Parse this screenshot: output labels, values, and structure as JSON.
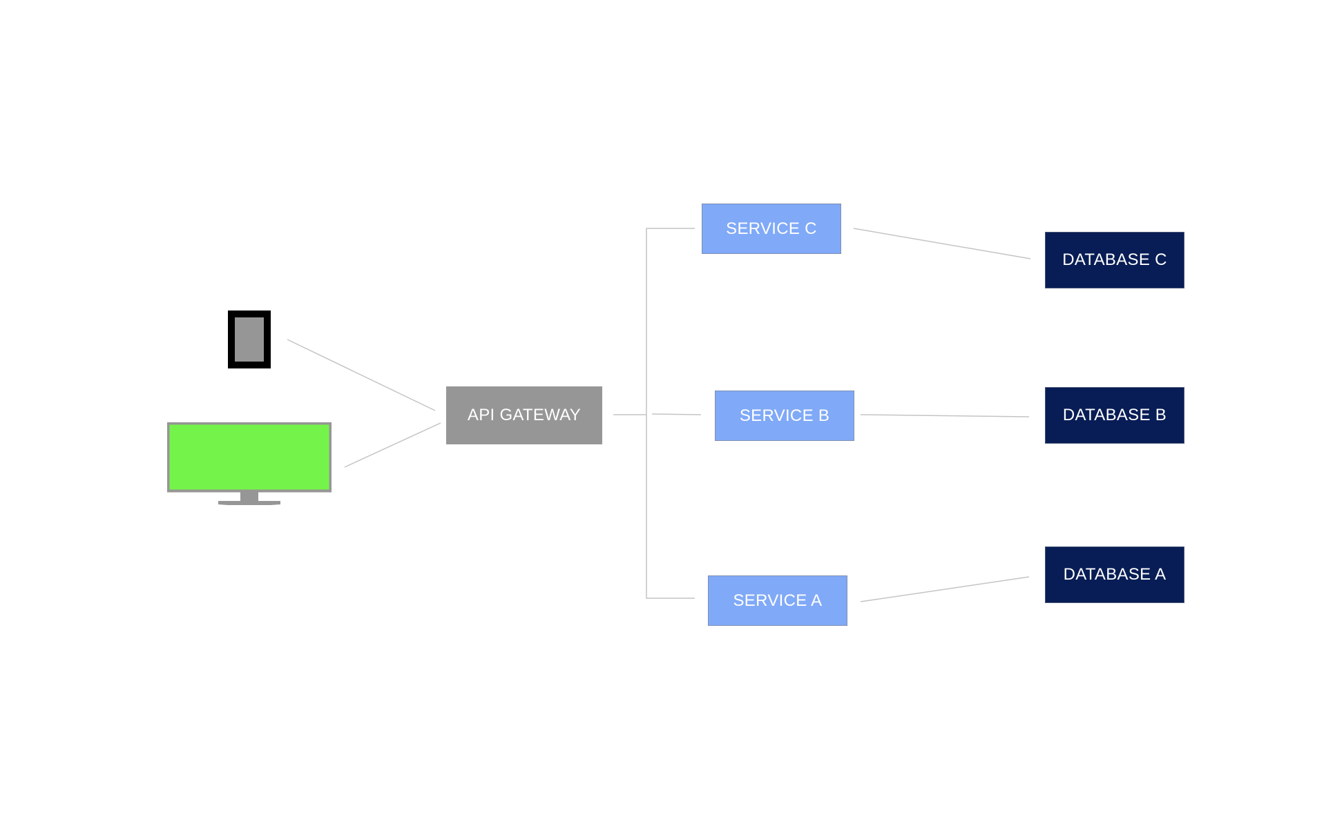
{
  "diagram": {
    "nodes": {
      "api_gateway": "API GATEWAY",
      "service_c": "SERVICE C",
      "service_b": "SERVICE B",
      "service_a": "SERVICE A",
      "database_c": "DATABASE C",
      "database_b": "DATABASE B",
      "database_a": "DATABASE A"
    },
    "icons": {
      "mobile": "mobile-phone-icon",
      "desktop": "desktop-monitor-icon"
    },
    "colors": {
      "gateway": "#969696",
      "service": "#80a9f7",
      "database": "#081d55",
      "connector": "#c4c4c4",
      "monitor_screen": "#74f44a",
      "device_frame": "#969696"
    }
  }
}
